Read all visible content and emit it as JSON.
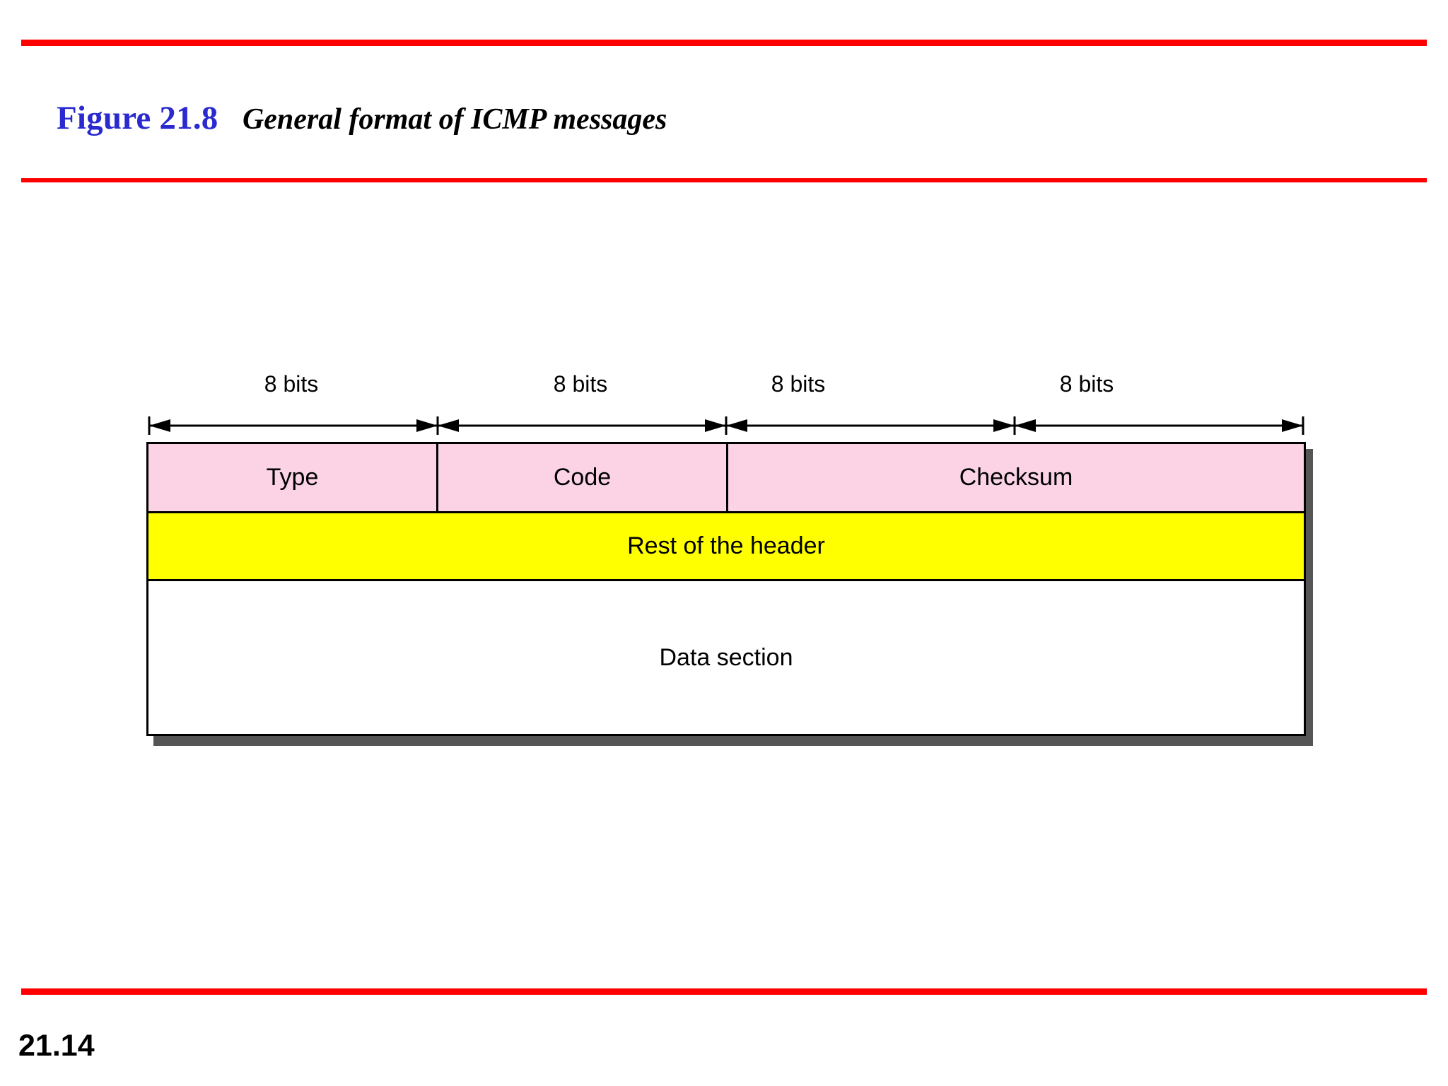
{
  "slide": {
    "figure_label": "Figure 21.8",
    "figure_caption": "General format of ICMP messages",
    "page_number": "21.14",
    "accent_color": "#ff0000",
    "label_color": "#2a2ad0"
  },
  "diagram": {
    "bit_labels": [
      "8 bits",
      "8 bits",
      "8 bits",
      "8 bits"
    ],
    "header_fields": [
      {
        "label": "Type",
        "color": "#fbd3e5"
      },
      {
        "label": "Code",
        "color": "#fbd3e5"
      },
      {
        "label": "Checksum",
        "color": "#fbd3e5"
      }
    ],
    "rest_of_header": {
      "label": "Rest of the header",
      "color": "#ffff00"
    },
    "data_section": {
      "label": "Data section",
      "color": "#ffffff"
    }
  }
}
